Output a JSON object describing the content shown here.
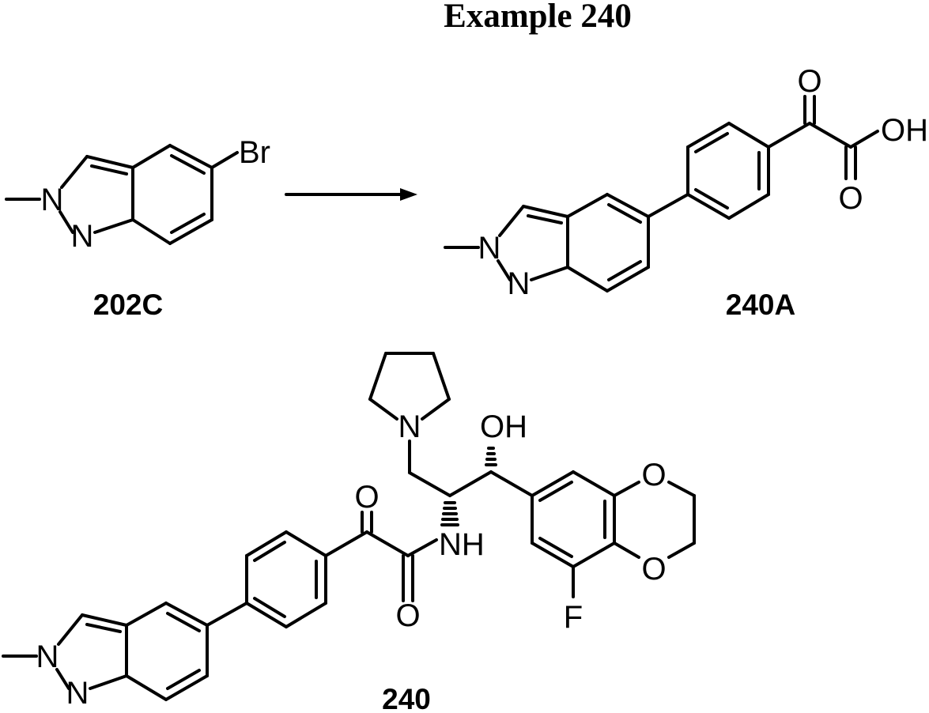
{
  "title": "Example 240",
  "reaction_arrow": "right",
  "compounds": [
    {
      "id": "reactant",
      "label": "202C",
      "atoms": {
        "nitrogen_1": "N",
        "nitrogen_2": "N",
        "bromine": "Br"
      }
    },
    {
      "id": "product-acid",
      "label": "240A",
      "atoms": {
        "nitrogen_1": "N",
        "nitrogen_2": "N",
        "carbonyl_oxygen": "O",
        "hydroxyl": "OH",
        "acid_oxygen": "O"
      }
    },
    {
      "id": "final-product",
      "label": "240",
      "atoms": {
        "nitrogen_1": "N",
        "nitrogen_2": "N",
        "ketone_oxygen": "O",
        "amide_oxygen": "O",
        "amide_nh": "NH",
        "pyrrolidine_n": "N",
        "hydroxyl": "OH",
        "dioxane_o1": "O",
        "dioxane_o2": "O",
        "fluorine": "F"
      }
    }
  ]
}
